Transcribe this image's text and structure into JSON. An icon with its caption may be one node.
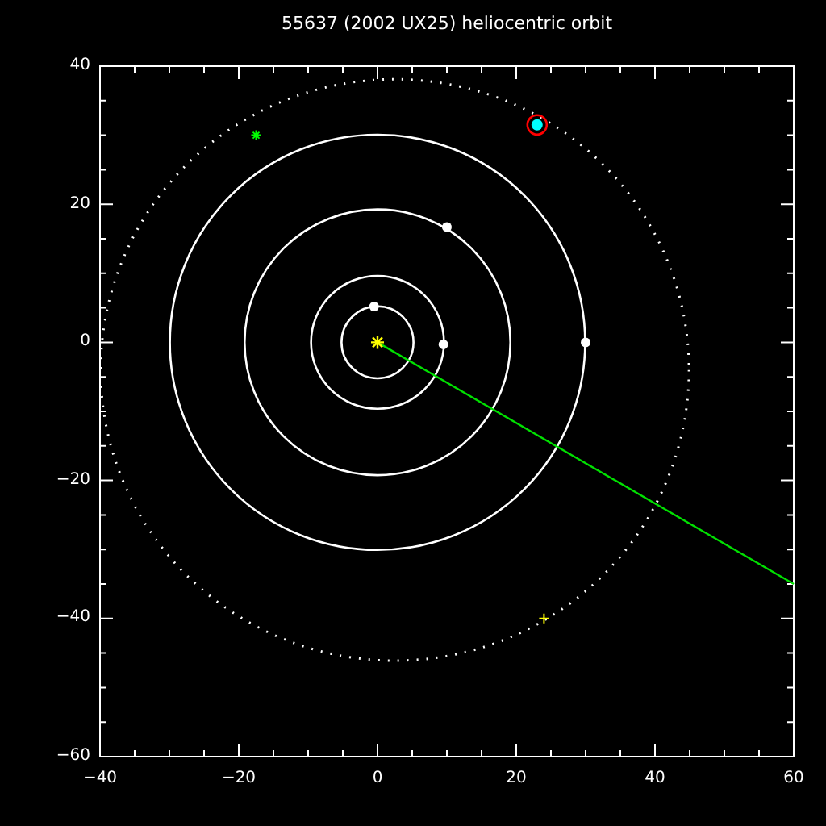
{
  "diagram": {
    "title": "55637 (2002 UX25) heliocentric orbit",
    "labels": [
      "40",
      "20",
      "0",
      "−20",
      "−40",
      "−60",
      "−40",
      "−20",
      "0",
      "20",
      "40",
      "60"
    ]
  }
}
